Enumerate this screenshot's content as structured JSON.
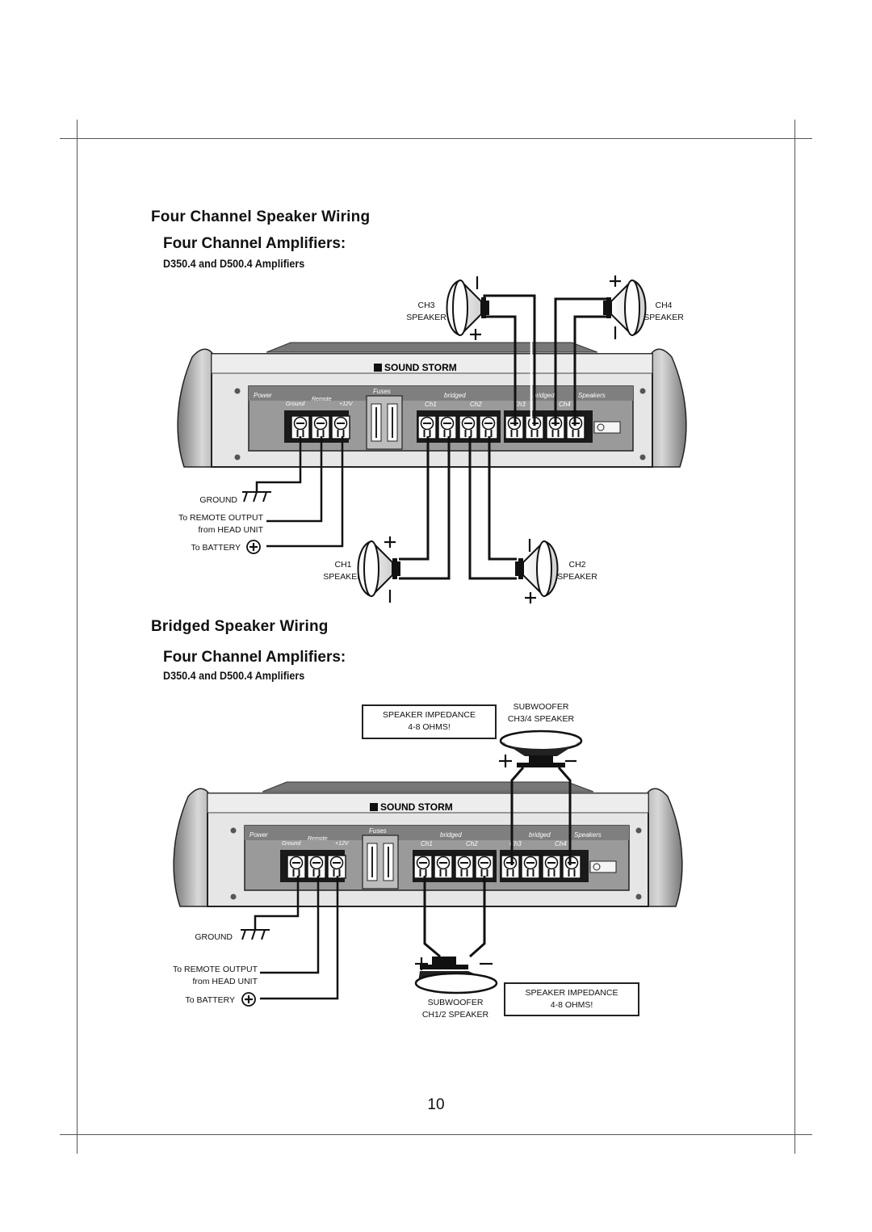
{
  "section1": {
    "title": "Four Channel Speaker Wiring",
    "subtitle": "Four Channel Amplifiers:",
    "models": "D350.4 and D500.4  Amplifiers",
    "speakers": {
      "ch3": [
        "CH3",
        "SPEAKER"
      ],
      "ch4": [
        "CH4",
        "SPEAKER"
      ],
      "ch1": [
        "CH1",
        "SPEAKER"
      ],
      "ch2": [
        "CH2",
        "SPEAKER"
      ]
    },
    "wiring": {
      "ground": "GROUND",
      "remote": [
        "To REMOTE OUTPUT",
        "from HEAD UNIT"
      ],
      "battery": "To BATTERY"
    }
  },
  "section2": {
    "title": "Bridged Speaker Wiring",
    "subtitle": "Four Channel Amplifiers:",
    "models": "D350.4 and D500.4  Amplifiers",
    "impedance_top": [
      "SPEAKER IMPEDANCE",
      "4-8 OHMS!"
    ],
    "impedance_bottom": [
      "SPEAKER IMPEDANCE",
      "4-8 OHMS!"
    ],
    "sub_top": [
      "SUBWOOFER",
      "CH3/4  SPEAKER"
    ],
    "sub_bottom": [
      "SUBWOOFER",
      "CH1/2  SPEAKER"
    ],
    "wiring": {
      "ground": "GROUND",
      "remote": [
        "To REMOTE OUTPUT",
        "from HEAD UNIT"
      ],
      "battery": "To BATTERY"
    }
  },
  "amp_panel": {
    "brand": "SOUND STORM",
    "power": "Power",
    "ground": "Ground",
    "remote": "Remote",
    "plus12v": "+12V",
    "fuses": "Fuses",
    "bridged": "bridged",
    "speakers": "Speakers",
    "ch1": "Ch1",
    "ch2": "Ch2",
    "ch3": "Ch3",
    "ch4": "Ch4"
  },
  "page_number": "10"
}
